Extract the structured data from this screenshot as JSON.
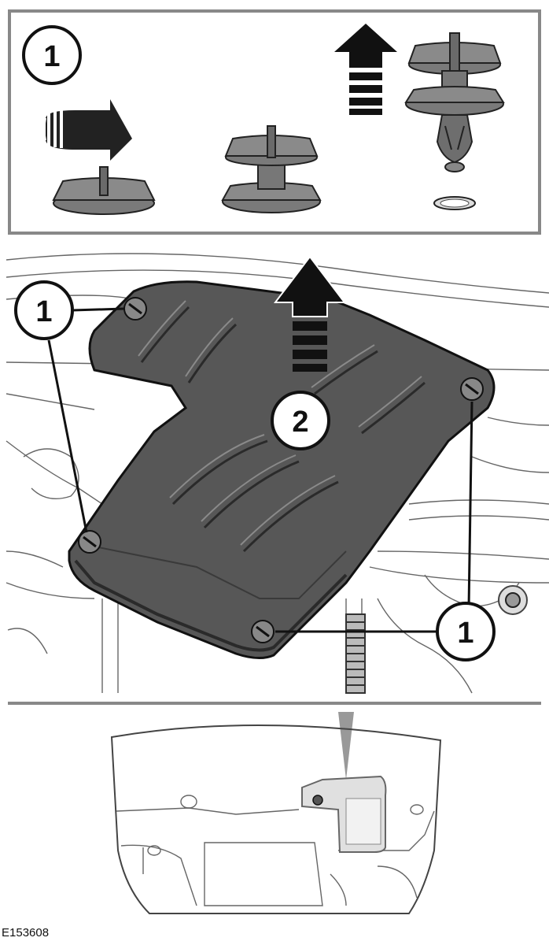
{
  "callouts": {
    "inset_step": "1",
    "fastener": "1",
    "remove_step": "2"
  },
  "figure_id": "E153608",
  "colors": {
    "line": "#111111",
    "cover_dark": "#4a4a4a",
    "cover_mid": "#6e6e6e",
    "part_fill": "#8a8a8a",
    "frame": "#888888",
    "highlight": "#e0e0e0"
  }
}
